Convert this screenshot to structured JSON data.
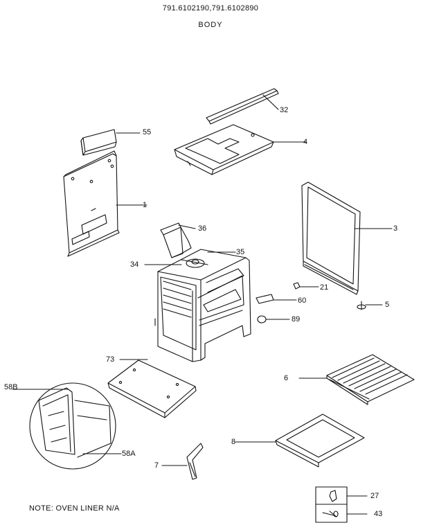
{
  "header": {
    "models": "791.6102190,791.6102890",
    "section": "BODY"
  },
  "note": "NOTE: OVEN LINER N/A",
  "callouts": {
    "p32": "32",
    "p55": "55",
    "p4": "4",
    "p1": "1",
    "p3": "3",
    "p36": "36",
    "p35": "35",
    "p34": "34",
    "p21": "21",
    "p60": "60",
    "p5": "5",
    "p89": "89",
    "p73": "73",
    "p58B": "58B",
    "p6": "6",
    "p58A": "58A",
    "p8": "8",
    "p7": "7",
    "p27": "27",
    "p43": "43"
  }
}
